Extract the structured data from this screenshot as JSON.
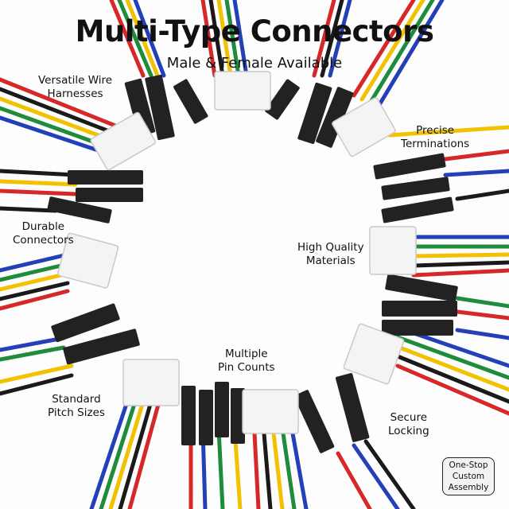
{
  "title": "Multi-Type Connectors",
  "subtitle": "Male & Female Available",
  "labels": {
    "versatile": [
      "Versatile Wire",
      "Harnesses"
    ],
    "precise": [
      "Precise",
      "Terminations"
    ],
    "durable": [
      "Durable",
      "Connectors"
    ],
    "high_quality": [
      "High Quality",
      "Materials"
    ],
    "multiple_pins": [
      "Multiple",
      "Pin Counts"
    ],
    "standard_pitch": [
      "Standard",
      "Pitch Sizes"
    ],
    "secure": [
      "Secure",
      "Locking"
    ]
  },
  "badge": [
    "One-Stop",
    "Custom",
    "Assembly"
  ],
  "colors": {
    "wire_red": "#d62828",
    "wire_black": "#1a1a1a",
    "wire_yellow": "#f2c200",
    "wire_green": "#1e8c3a",
    "wire_blue": "#2340b8",
    "housing_white": "#f4f4f4",
    "housing_black": "#222222"
  }
}
